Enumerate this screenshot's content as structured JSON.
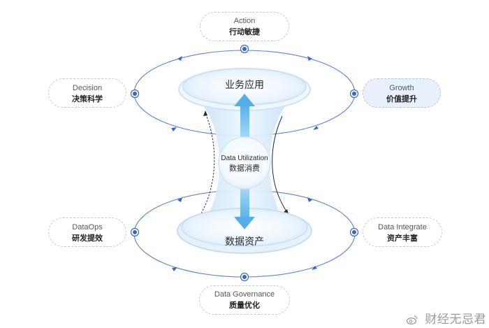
{
  "nodes": {
    "action": {
      "en": "Action",
      "zh": "行动敏捷"
    },
    "decision": {
      "en": "Decision",
      "zh": "决策科学"
    },
    "growth": {
      "en": "Growth",
      "zh": "价值提升"
    },
    "dataops": {
      "en": "DataOps",
      "zh": "研发提效"
    },
    "integrate": {
      "en": "Data Integrate",
      "zh": "资产丰富"
    },
    "governance": {
      "en": "Data Governance",
      "zh": "质量优化"
    }
  },
  "center": {
    "top_label": "业务应用",
    "bottom_label": "数据资产",
    "core_en": "Data Utilization",
    "core_zh": "数据消费"
  },
  "watermark": {
    "text": "财经无忌君"
  },
  "colors": {
    "accent": "#3b66c8",
    "ring_line": "#5a84d8",
    "disc": "#dcebfb",
    "arrow": "#7cc0ec"
  }
}
